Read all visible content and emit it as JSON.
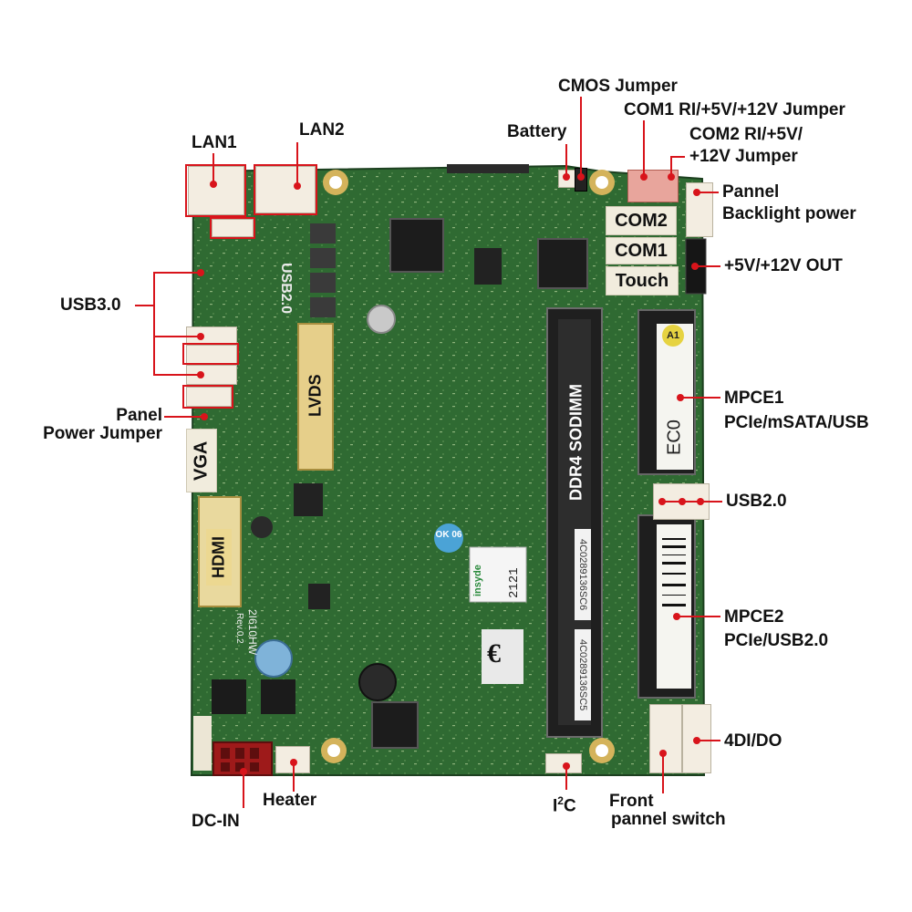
{
  "board_silkscreen": {
    "com2": "COM2",
    "com1": "COM1",
    "touch": "Touch",
    "vga": "VGA",
    "hdmi": "HDMI",
    "lvds": "LVDS",
    "usb2_vertical": "USB2.0",
    "ddr4": "DDR4 SODIMM",
    "ec0": "EC0",
    "a1": "A1",
    "model": "2I610HW",
    "rev": "Rev.0.2",
    "sticker_code1": "4C0289136SC6",
    "sticker_code2": "4C0289136SC5",
    "insyde_brand": "insyde",
    "insyde_code": "2121",
    "ok_sticker": "OK 06"
  },
  "callouts": {
    "lan1": "LAN1",
    "lan2": "LAN2",
    "battery": "Battery",
    "cmos_jumper": "CMOS Jumper",
    "com1_jumper": "COM1 RI/+5V/+12V Jumper",
    "com2_jumper_line1": "COM2 RI/+5V/",
    "com2_jumper_line2": "+12V Jumper",
    "pannel_backlight_line1": "Pannel",
    "pannel_backlight_line2": "Backlight power",
    "out_5v_12v": "+5V/+12V OUT",
    "usb30": "USB3.0",
    "panel_power_line1": "Panel",
    "panel_power_line2": "Power Jumper",
    "mpce1_line1": "MPCE1",
    "mpce1_line2": "PCIe/mSATA/USB",
    "usb20": "USB2.0",
    "mpce2_line1": "MPCE2",
    "mpce2_line2": "PCIe/USB2.0",
    "dio": "4DI/DO",
    "dc_in": "DC-IN",
    "heater": "Heater",
    "i2c_main": "I",
    "i2c_sup": "2",
    "i2c_tail": "C",
    "front_panel_line1": "Front",
    "front_panel_line2": "pannel switch"
  },
  "colors": {
    "pcb_green": "#2f6a32",
    "pcb_dark": "#1f4d24",
    "callout_red": "#d8141b",
    "connector_cream": "#f3ede1",
    "dc_in_red": "#9e1a1a"
  }
}
